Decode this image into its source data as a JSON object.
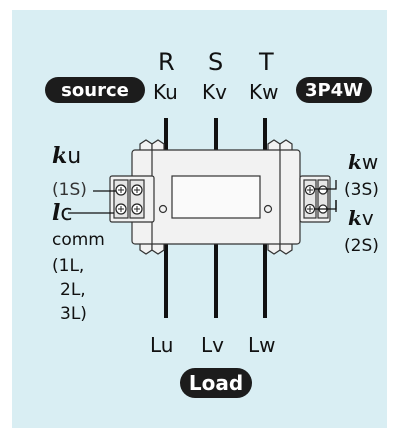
{
  "phases": [
    "R",
    "S",
    "T"
  ],
  "top_terminals": [
    "Ku",
    "Kv",
    "Kw"
  ],
  "bottom_terminals": [
    "Lu",
    "Lv",
    "Lw"
  ],
  "badges": {
    "source": "source",
    "type": "3P4W",
    "load": "Load"
  },
  "left_labels": {
    "ku_k": "k",
    "ku_u": "u",
    "s1": "(1S)",
    "lc_l": "l",
    "lc_c": "c",
    "comm": "comm",
    "comm_1": "(1L,",
    "comm_2": "2L,",
    "comm_3": "3L)"
  },
  "right_labels": {
    "kw_k": "k",
    "kw_w": "w",
    "s3": "(3S)",
    "kv_k": "k",
    "kv_v": "v",
    "s2": "(2S)"
  }
}
